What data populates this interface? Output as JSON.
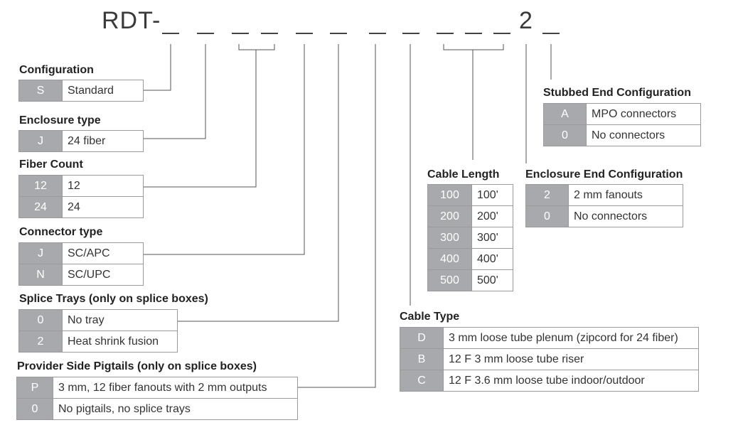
{
  "part_number": {
    "prefix": "RDT-",
    "fixed_digit": "2"
  },
  "sections": {
    "configuration": {
      "title": "Configuration",
      "options": [
        {
          "code": "S",
          "label": "Standard"
        }
      ]
    },
    "enclosure_type": {
      "title": "Enclosure type",
      "options": [
        {
          "code": "J",
          "label": "24 fiber"
        }
      ]
    },
    "fiber_count": {
      "title": "Fiber Count",
      "options": [
        {
          "code": "12",
          "label": "12"
        },
        {
          "code": "24",
          "label": "24"
        }
      ]
    },
    "connector_type": {
      "title": "Connector type",
      "options": [
        {
          "code": "J",
          "label": "SC/APC"
        },
        {
          "code": "N",
          "label": "SC/UPC"
        }
      ]
    },
    "splice_trays": {
      "title": "Splice Trays (only on splice boxes)",
      "options": [
        {
          "code": "0",
          "label": "No tray"
        },
        {
          "code": "2",
          "label": "Heat shrink fusion"
        }
      ]
    },
    "provider_pigtails": {
      "title": "Provider Side Pigtails (only on splice boxes)",
      "options": [
        {
          "code": "P",
          "label": "3 mm, 12 fiber fanouts with 2 mm outputs"
        },
        {
          "code": "0",
          "label": "No pigtails, no splice trays"
        }
      ]
    },
    "cable_type": {
      "title": "Cable Type",
      "options": [
        {
          "code": "D",
          "label": "3 mm loose tube plenum (zipcord for 24 fiber)"
        },
        {
          "code": "B",
          "label": "12 F 3 mm loose tube riser"
        },
        {
          "code": "C",
          "label": "12 F 3.6 mm loose tube indoor/outdoor"
        }
      ]
    },
    "cable_length": {
      "title": "Cable Length",
      "options": [
        {
          "code": "100",
          "label": "100'"
        },
        {
          "code": "200",
          "label": "200'"
        },
        {
          "code": "300",
          "label": "300'"
        },
        {
          "code": "400",
          "label": "400'"
        },
        {
          "code": "500",
          "label": "500'"
        }
      ]
    },
    "enclosure_end": {
      "title": "Enclosure End Configuration",
      "options": [
        {
          "code": "2",
          "label": "2 mm fanouts"
        },
        {
          "code": "0",
          "label": "No connectors"
        }
      ]
    },
    "stubbed_end": {
      "title": "Stubbed End Configuration",
      "options": [
        {
          "code": "A",
          "label": "MPO connectors"
        },
        {
          "code": "0",
          "label": "No connectors"
        }
      ]
    }
  }
}
